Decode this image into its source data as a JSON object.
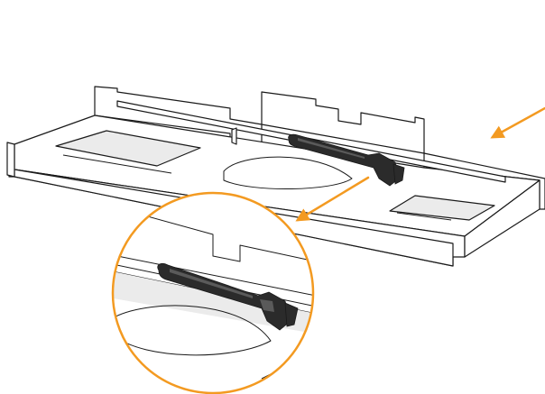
{
  "diagram": {
    "kind": "assembly-illustration",
    "subject": "tray-assembly-with-adjustable-wrench",
    "callout": {
      "shape": "circle",
      "content": "magnified-wrench-placement"
    },
    "arrows": [
      {
        "name": "pointer-arrow-right",
        "direction": "down-left"
      },
      {
        "name": "pointer-arrow-center",
        "direction": "down-left"
      }
    ],
    "colors": {
      "accent": "#F39A21",
      "line": "#1a1a1a",
      "panel_fill": "#ffffff",
      "panel_shade": "#ebebeb",
      "tool": "#2b2b2b",
      "tool_highlight": "#5a5a5a",
      "background": "#ffffff"
    }
  }
}
